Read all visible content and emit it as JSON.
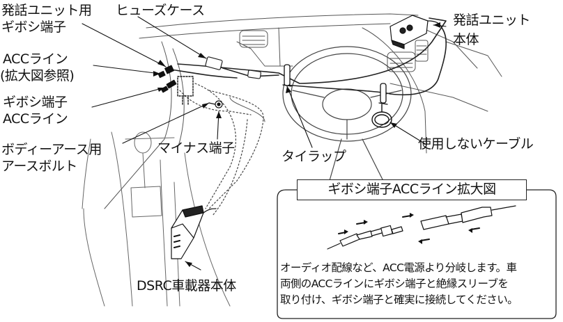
{
  "labels": {
    "hatsuwa_gibosi_line1": "発話ユニット用",
    "hatsuwa_gibosi_line2": "ギボシ端子",
    "fuse_case": "ヒューズケース",
    "hatsuwa_body_line1": "発話ユニット",
    "hatsuwa_body_line2": "本体",
    "acc_line1": "ACCライン",
    "acc_line2": "(拡大図参照)",
    "gibosi_acc_line1": "ギボシ端子",
    "gibosi_acc_line2": "ACCライン",
    "body_earth_line1": "ボディーアース用",
    "body_earth_line2": "アースボルト",
    "minus_terminal": "マイナス端子",
    "tie_wrap": "タイラップ",
    "unused_cable": "使用しないケーブル",
    "dsrc_unit": "DSRC車載器本体"
  },
  "callout": {
    "title": "ギボシ端子ACCライン拡大図",
    "text_line1": "オーディオ配線など、ACC電源より分岐します。車",
    "text_line2": "両側のACCラインにギボシ端子と絶縁スリーブを",
    "text_line3": "取り付け、ギボシ端子と確実に接続してください。"
  }
}
